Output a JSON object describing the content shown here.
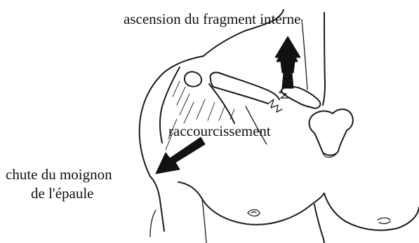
{
  "labels": {
    "internal_fragment_rise": "ascension du fragment interne",
    "shortening": "raccourcissement",
    "stump_drop_line1": "chute du moignon",
    "stump_drop_line2": "de l'épaule"
  },
  "colors": {
    "ink": "#1a1a1a",
    "background": "#ffffff"
  }
}
